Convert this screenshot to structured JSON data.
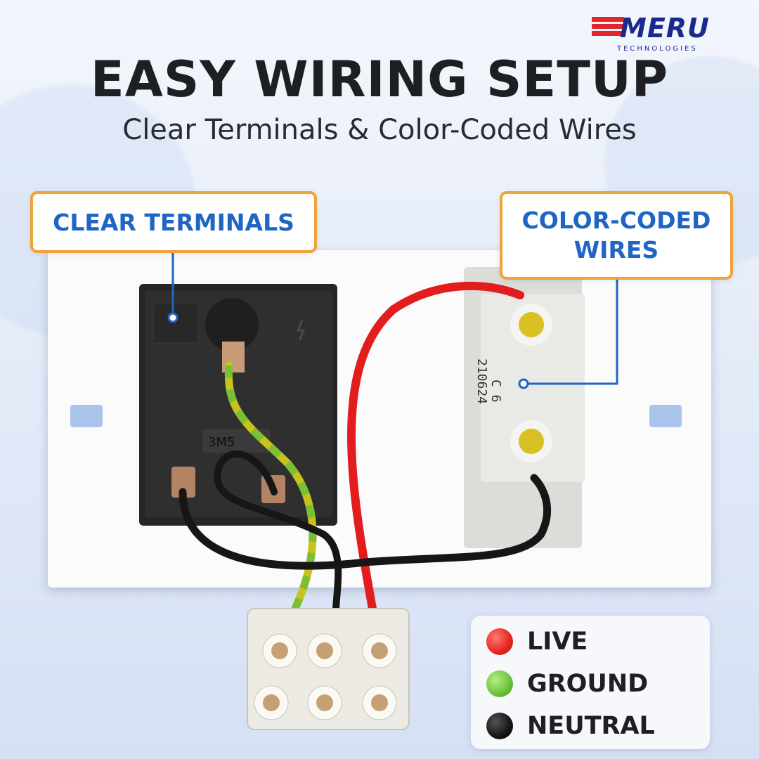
{
  "brand": {
    "name": "MERU",
    "tagline": "TECHNOLOGIES",
    "accent_color": "#e0262a",
    "text_color": "#1a2a8c"
  },
  "headline": "EASY WIRING SETUP",
  "subheadline": "Clear Terminals & Color-Coded Wires",
  "callouts": {
    "terminals": "CLEAR TERMINALS",
    "wires_line1": "COLOR-CODED",
    "wires_line2": "WIRES",
    "border_color": "#f0a337",
    "text_color": "#1f66c4"
  },
  "device": {
    "socket_markings": "3M5",
    "switch_markings_line1": "C 6",
    "switch_markings_line2": "210624"
  },
  "legend": [
    {
      "label": "LIVE",
      "color": "#e52521"
    },
    {
      "label": "GROUND",
      "color": "#6bc23a"
    },
    {
      "label": "NEUTRAL",
      "color": "#151515"
    }
  ]
}
